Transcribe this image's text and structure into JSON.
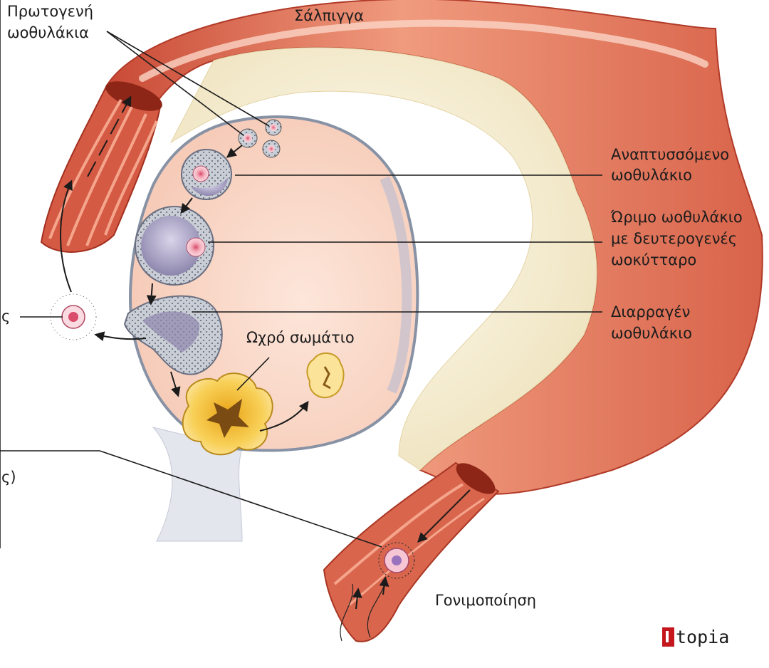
{
  "labels": {
    "primary_follicles": [
      "Πρωτογενή",
      "ωοθυλάκια"
    ],
    "fallopian_tube": "Σάλπιγγα",
    "developing_follicle": [
      "Αναπτυσσόμενο",
      "ωοθυλάκιο"
    ],
    "mature_follicle": [
      "Ώριμο ωοθυλάκιο",
      "με δευτερογενές",
      "ωοκύτταρο"
    ],
    "ruptured_follicle": [
      "Διαρραγέν",
      "ωοθυλάκιο"
    ],
    "corpus_luteum": "Ωχρό σωμάτιο",
    "fertilization": "Γονιμοποίηση",
    "cut_left_1": "ς",
    "cut_left_2": "ς)"
  },
  "logo": {
    "text": "topia"
  },
  "colors": {
    "tube_outer": "#e8826a",
    "tube_inner": "#f7c2ad",
    "ovary": "#f9d8c8",
    "follicle": "#9aa5b4",
    "corpus": "#f5c842"
  }
}
